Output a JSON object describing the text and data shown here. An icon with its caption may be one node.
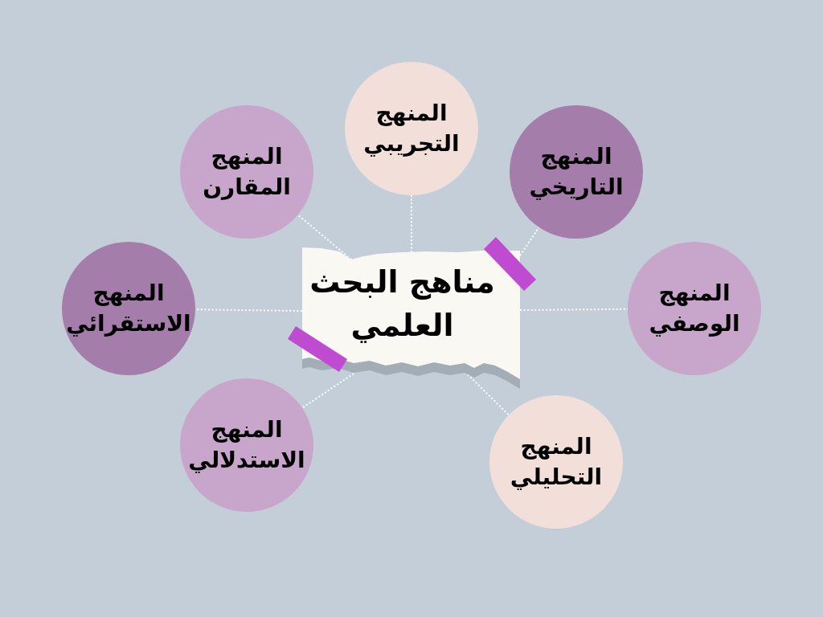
{
  "diagram": {
    "nodes": [
      {
        "text": [
          "مناهج البحث العلمي"
        ]
      },
      {
        "text": [
          "المنهج التجريبي"
        ]
      },
      {
        "text": [
          "المنهج التاريخي"
        ]
      },
      {
        "text": [
          "المنهج الوصفي"
        ]
      },
      {
        "text": [
          "المنهج التحليلي"
        ]
      },
      {
        "text": [
          "المنهج الاستدلالي"
        ]
      },
      {
        "text": [
          "المنهج الاستقرائي"
        ]
      },
      {
        "text": [
          "المنهج المقارن"
        ]
      }
    ],
    "edges": [
      {
        "from": 0,
        "to": 1,
        "arrow": "none"
      },
      {
        "from": 0,
        "to": 2,
        "arrow": "none"
      },
      {
        "from": 0,
        "to": 3,
        "arrow": "none"
      },
      {
        "from": 0,
        "to": 4,
        "arrow": "none"
      },
      {
        "from": 0,
        "to": 5,
        "arrow": "none"
      },
      {
        "from": 0,
        "to": 6,
        "arrow": "none"
      },
      {
        "from": 0,
        "to": 7,
        "arrow": "none"
      }
    ]
  }
}
